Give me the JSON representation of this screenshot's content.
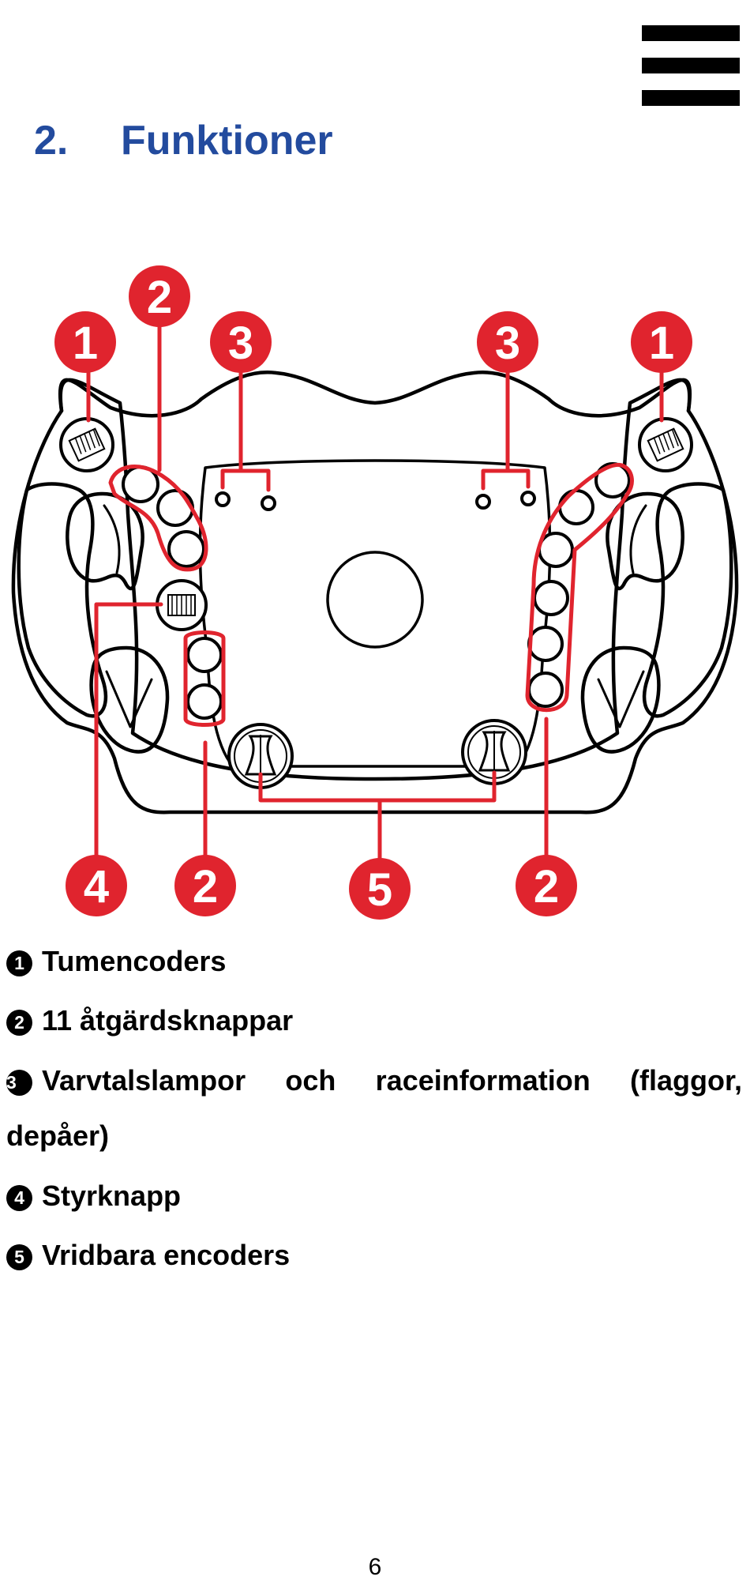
{
  "header": {
    "section_number": "2.",
    "section_title": "Funktioner"
  },
  "diagram": {
    "callouts": {
      "c1": "1",
      "c2": "2",
      "c3": "3",
      "c4": "4",
      "c5": "5"
    },
    "accent_color": "#e0242e"
  },
  "features": [
    {
      "marker": "1",
      "text": "Tumencoders"
    },
    {
      "marker": "2",
      "text": "11 åtgärdsknappar"
    },
    {
      "marker": "3",
      "text": "Varvtalslampor och raceinformation (flaggor, depåer)"
    },
    {
      "marker": "4",
      "text": "Styrknapp"
    },
    {
      "marker": "5",
      "text": "Vridbara encoders"
    }
  ],
  "footer": {
    "page_number": "6"
  }
}
